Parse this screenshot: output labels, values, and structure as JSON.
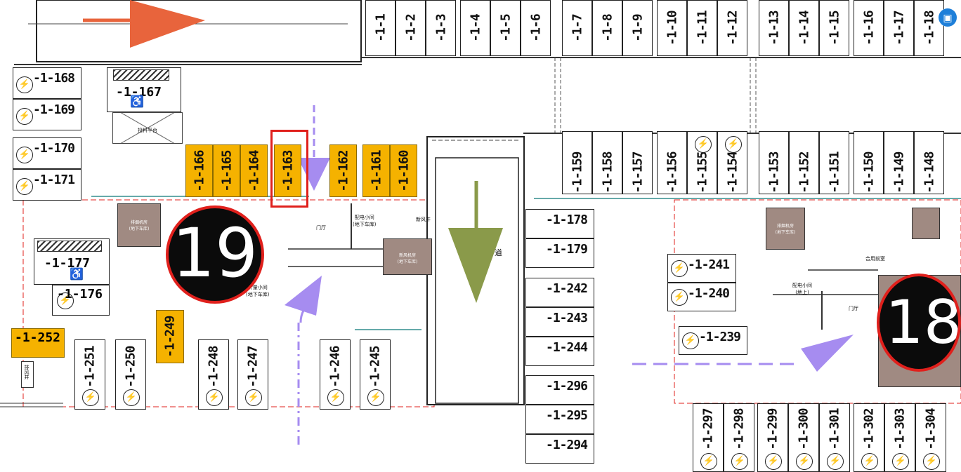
{
  "map": {
    "top_row": [
      "-1-1",
      "-1-2",
      "-1-3",
      "-1-4",
      "-1-5",
      "-1-6",
      "-1-7",
      "-1-8",
      "-1-9",
      "-1-10",
      "-1-11",
      "-1-12",
      "-1-13",
      "-1-14",
      "-1-15",
      "-1-16",
      "-1-17",
      "-1-18"
    ],
    "upper_right_row": [
      "-1-159",
      "-1-158",
      "-1-157",
      "-1-156",
      "-1-155",
      "-1-154",
      "-1-153",
      "-1-152",
      "-1-151",
      "-1-150",
      "-1-149",
      "-1-148"
    ],
    "yellow_row": [
      "-1-166",
      "-1-165",
      "-1-164",
      "-1-163",
      "-1-162",
      "-1-161",
      "-1-160"
    ],
    "left_column": [
      "-1-168",
      "-1-169",
      "-1-170",
      "-1-171"
    ],
    "spot_167": "-1-167",
    "spot_177": "-1-177",
    "spot_176": "-1-176",
    "spot_252": "-1-252",
    "spot_249": "-1-249",
    "bottom_left_row": [
      "-1-251",
      "-1-250",
      "-1-248",
      "-1-247",
      "-1-246",
      "-1-245"
    ],
    "center_column": [
      "-1-178",
      "-1-179",
      "-1-242",
      "-1-243",
      "-1-244",
      "-1-296",
      "-1-295",
      "-1-294"
    ],
    "right_mid": [
      "-1-241",
      "-1-240",
      "-1-239"
    ],
    "bottom_right_row": [
      "-1-297",
      "-1-298",
      "-1-299",
      "-1-300",
      "-1-301",
      "-1-302",
      "-1-303",
      "-1-304"
    ],
    "zones": {
      "left": "19",
      "right": "18"
    },
    "room_labels": {
      "equipment_left": "排烟机房\n(地下车库)",
      "equipment_mid": "新风机房\n(地下车库)",
      "equipment_right": "排烟机房\n(地下车库)",
      "power_room": "配电小间\n(地下车库)",
      "fresh_air": "新风井",
      "door_hall": "门厅",
      "meter_room": "计量小间\n(地下车库)",
      "power_room_right": "配电小间\n(地上)",
      "door_hall_right": "门厅",
      "shared": "合用前室",
      "fan": "排风井",
      "road": "道",
      "disposal": "投料平台"
    },
    "colors": {
      "highlight": "#e0201c",
      "yellow_spot": "#f5b200",
      "arrow_orange": "#e8643c",
      "arrow_green": "#8a9a4a",
      "arrow_purple": "#a68cf0",
      "room": "#a08a82"
    }
  }
}
